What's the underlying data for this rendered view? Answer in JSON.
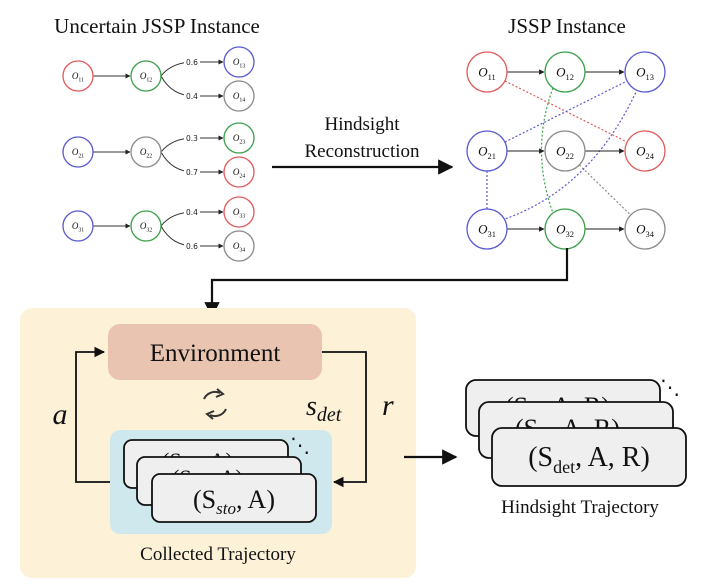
{
  "left_panel": {
    "title": "Uncertain JSSP Instance",
    "rows": [
      {
        "first": {
          "base": "O",
          "sub": "11",
          "color": "#e05a5a"
        },
        "second": {
          "base": "O",
          "sub": "12",
          "color": "#3aa04a"
        },
        "branches": [
          {
            "prob": "0.6",
            "node": {
              "base": "O",
              "sub": "13",
              "color": "#5a5ad0"
            }
          },
          {
            "prob": "0.4",
            "node": {
              "base": "O",
              "sub": "14",
              "color": "#8a8a8a"
            }
          }
        ]
      },
      {
        "first": {
          "base": "O",
          "sub": "21",
          "color": "#5a5ad0"
        },
        "second": {
          "base": "O",
          "sub": "22",
          "color": "#8a8a8a"
        },
        "branches": [
          {
            "prob": "0.3",
            "node": {
              "base": "O",
              "sub": "23",
              "color": "#3aa04a"
            }
          },
          {
            "prob": "0.7",
            "node": {
              "base": "O",
              "sub": "24",
              "color": "#e05a5a"
            }
          }
        ]
      },
      {
        "first": {
          "base": "O",
          "sub": "31",
          "color": "#5a5ad0"
        },
        "second": {
          "base": "O",
          "sub": "32",
          "color": "#3aa04a"
        },
        "branches": [
          {
            "prob": "0.4",
            "node": {
              "base": "O",
              "sub": "33",
              "color": "#e05a5a"
            }
          },
          {
            "prob": "0.6",
            "node": {
              "base": "O",
              "sub": "34",
              "color": "#8a8a8a"
            }
          }
        ]
      }
    ]
  },
  "middle_arrow": {
    "line1": "Hindsight",
    "line2": "Reconstruction"
  },
  "right_panel": {
    "title": "JSSP Instance",
    "nodes": [
      {
        "id": "11",
        "base": "O",
        "sub": "11",
        "color": "#e05a5a"
      },
      {
        "id": "12",
        "base": "O",
        "sub": "12",
        "color": "#3aa04a"
      },
      {
        "id": "13",
        "base": "O",
        "sub": "13",
        "color": "#5a5ad0"
      },
      {
        "id": "21",
        "base": "O",
        "sub": "21",
        "color": "#5a5ad0"
      },
      {
        "id": "22",
        "base": "O",
        "sub": "22",
        "color": "#8a8a8a"
      },
      {
        "id": "24",
        "base": "O",
        "sub": "24",
        "color": "#e05a5a"
      },
      {
        "id": "31",
        "base": "O",
        "sub": "31",
        "color": "#5a5ad0"
      },
      {
        "id": "32",
        "base": "O",
        "sub": "32",
        "color": "#3aa04a"
      },
      {
        "id": "34",
        "base": "O",
        "sub": "34",
        "color": "#8a8a8a"
      }
    ]
  },
  "bottom_panel": {
    "environment_label": "Environment",
    "action_label": "a",
    "state_label_base": "s",
    "state_label_sub": "det",
    "reward_label": "r",
    "sto_card": {
      "base": "(S",
      "sub": "sto",
      "rest": ", A)"
    },
    "sto_ghost": {
      "base": "(S",
      "rest": "A)"
    },
    "collected_label": "Collected Trajectory",
    "det_card": {
      "base": "(S",
      "sub": "det",
      "rest": ", A, R)"
    },
    "det_ghost": {
      "base": "(S",
      "rest": "A, R)"
    },
    "hindsight_label": "Hindsight Trajectory",
    "ellipsis": "⋱"
  },
  "colors": {
    "red": "#e05a5a",
    "green": "#3aa04a",
    "blue": "#5a5ad0",
    "gray": "#8a8a8a",
    "panel_bg": "#fdf1d8",
    "env_box": "#e9c4b0",
    "buffer_bg": "#cfe8ee",
    "card_bg": "#efefef"
  }
}
